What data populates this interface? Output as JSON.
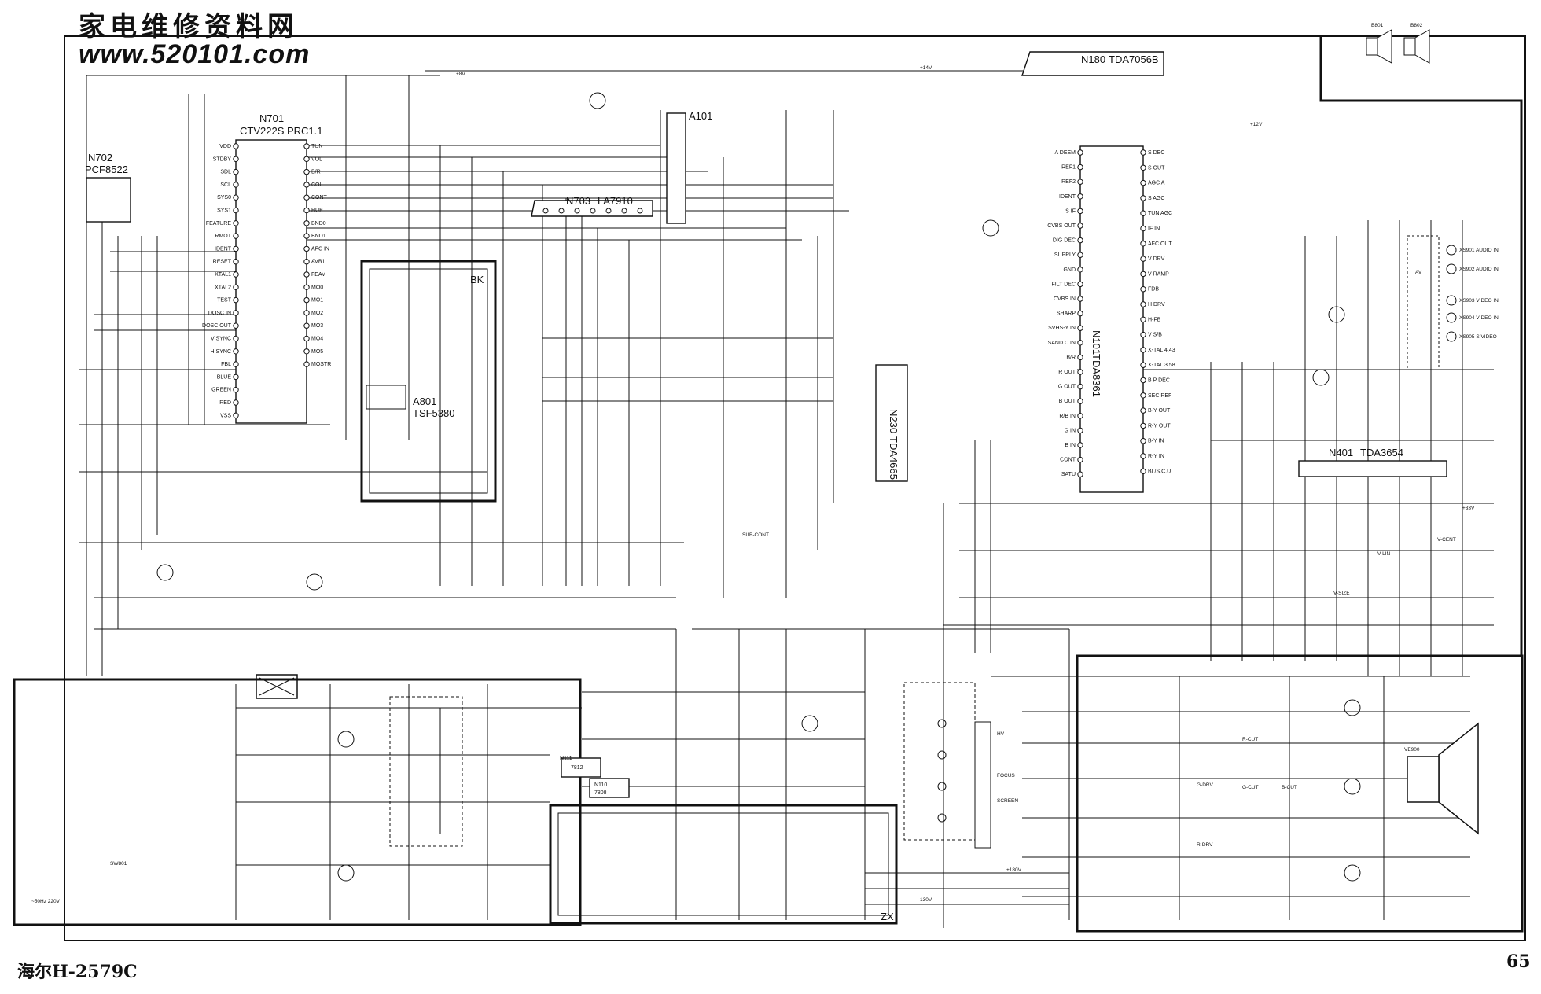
{
  "header": {
    "site_cn": "家电维修资料网",
    "site_url": "www.520101.com"
  },
  "footer": {
    "model": "海尔H-2579C",
    "page_number": "65"
  },
  "ics": {
    "n701": {
      "ref": "N701",
      "part": "CTV222S PRC1.1",
      "left_pins": [
        "VDD",
        "STDBY",
        "SDL",
        "SCL",
        "SYS0",
        "SYS1",
        "FEATURE",
        "RMOT",
        "IDENT",
        "RESET",
        "XTAL1",
        "XTAL2",
        "TEST",
        "DOSC IN",
        "DOSC OUT",
        "V SYNC",
        "H SYNC",
        "FBL",
        "BLUE",
        "GREEN",
        "RED",
        "VSS"
      ],
      "right_pins": [
        "TUN",
        "VOL",
        "B/R",
        "COL",
        "CONT",
        "HUE",
        "BND0",
        "BND1",
        "AFC IN",
        "AVB1",
        "FEAV",
        "MO0",
        "MO1",
        "MO2",
        "MO3",
        "MO4",
        "MO5",
        "MOSTR"
      ]
    },
    "n702": {
      "ref": "N702",
      "part": "PCF8522"
    },
    "n703": {
      "ref": "N703",
      "part": "LA7910"
    },
    "a101": {
      "ref": "A101"
    },
    "n180": {
      "ref": "N180",
      "part": "TDA7056B"
    },
    "n101": {
      "ref": "N101",
      "part": "TDA8361",
      "left_pins": [
        "A DEEM",
        "REF1",
        "REF2",
        "IDENT",
        "S IF",
        "CVBS OUT",
        "DIG DEC",
        "SUPPLY",
        "GND",
        "FILT DEC",
        "CVBS IN",
        "SHARP",
        "SVHS-Y IN",
        "SAND C IN",
        "B/R",
        "R OUT",
        "G OUT",
        "B OUT",
        "R/B IN",
        "G IN",
        "B IN",
        "CONT",
        "SATU"
      ],
      "right_pins": [
        "S DEC",
        "S OUT",
        "AGC A",
        "S AGC",
        "TUN AGC",
        "IF IN",
        "AFC OUT",
        "V DRV",
        "V RAMP",
        "FDB",
        "H DRV",
        "H-FB",
        "V S/B",
        "X-TAL 4.43",
        "X-TAL 3.58",
        "B P DEC",
        "SEC REF",
        "B-Y OUT",
        "R-Y OUT",
        "B-Y IN",
        "R-Y IN",
        "BL/S.C.U"
      ]
    },
    "n230": {
      "ref": "N230",
      "part": "TDA4665"
    },
    "n401": {
      "ref": "N401",
      "part": "TDA3654"
    },
    "a801": {
      "ref": "A801",
      "part": "TSF5380"
    },
    "bk": {
      "label": "BK"
    },
    "zx": {
      "label": "ZX"
    },
    "n111": {
      "ref": "N111",
      "part": "7812"
    },
    "n110": {
      "ref": "N110",
      "part": "7808"
    }
  },
  "connectors": {
    "av": "AV",
    "audio1": "XS901 AUDIO IN",
    "audio2": "XS902 AUDIO IN",
    "video1": "XS903 VIDEO IN",
    "video2": "XS904 VIDEO IN",
    "svideo": "XS905 S VIDEO",
    "speakers": [
      "B801",
      "B802"
    ],
    "crt": "VE900"
  },
  "rails": {
    "v8": "+8V",
    "v14": "+14V",
    "v12": "+12V",
    "v33": "+33V",
    "v180": "+180V",
    "v130": "130V"
  },
  "labels": {
    "mains": "~50Hz 220V",
    "switch": "SW801",
    "hv": "HV",
    "focus": "FOCUS",
    "screen": "SCREEN",
    "sub_cont": "SUB-CONT",
    "v_cent": "V-CENT",
    "v_lin": "V-LIN",
    "v_size": "V-SIZE",
    "r_cut": "R-CUT",
    "g_cut": "G-CUT",
    "b_cut": "B-CUT",
    "g_drv": "G-DRV",
    "r_drv": "R-DRV"
  }
}
